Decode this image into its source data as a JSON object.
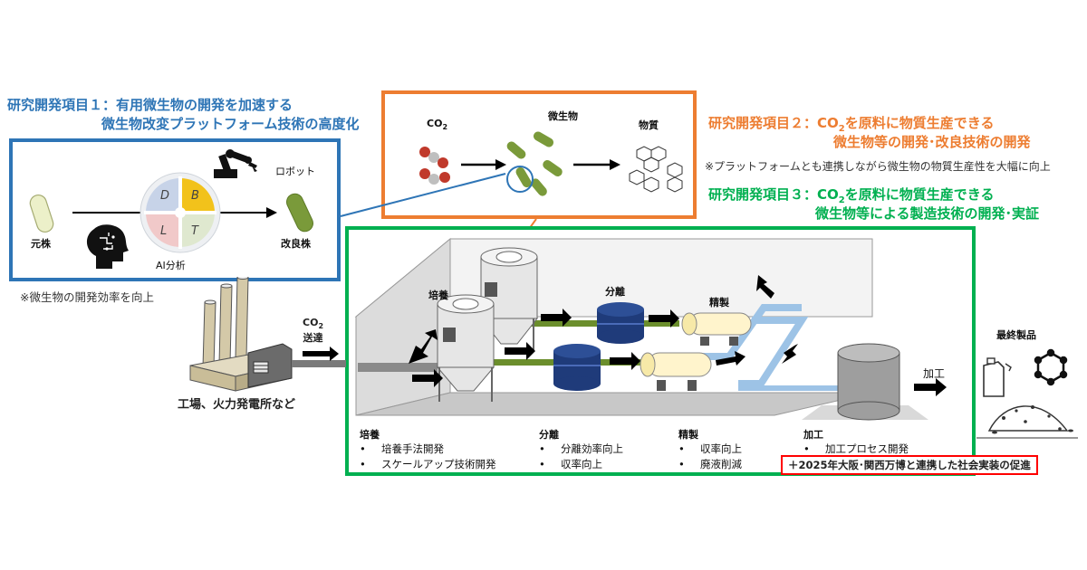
{
  "item1": {
    "line1": "研究開発項目１：有用微生物の開発を加速する",
    "line2": "微生物改変プラットフォーム技術の高度化",
    "note": "※微生物の開発効率を向上",
    "label_original": "元株",
    "label_improved": "改良株",
    "label_robot": "ロボット",
    "label_ai": "AI分析",
    "quadrants": [
      "D",
      "B",
      "L",
      "T"
    ]
  },
  "item2": {
    "line1_pre": "研究開発項目２：",
    "line1_co": "CO",
    "line1_sub": "2",
    "line1_post": "を原料に物質生産できる",
    "line2": "微生物等の開発･改良技術の開発",
    "note": "※プラットフォームとも連携しながら微生物の物質生産性を大幅に向上",
    "label_co2": "CO",
    "label_co2_sub": "2",
    "label_microbe": "微生物",
    "label_substance": "物質"
  },
  "item3": {
    "line1_pre": "研究開発項目３：",
    "line1_co": "CO",
    "line1_sub": "2",
    "line1_post": "を原料に物質生産できる",
    "line2": "微生物等による製造技術の開発･実証"
  },
  "plant": {
    "label_cultivation": "培養",
    "label_separation": "分離",
    "label_purification": "精製",
    "label_co2_transport_co": "CO",
    "label_co2_transport_sub": "2",
    "label_co2_transport_post": "送達",
    "label_factory": "工場、火力発電所など",
    "label_processing_arrow": "加工",
    "label_final_product": "最終製品"
  },
  "bullets": {
    "cultivation": {
      "title": "培養",
      "items": [
        "培養手法開発",
        "スケールアップ技術開発"
      ]
    },
    "separation": {
      "title": "分離",
      "items": [
        "分離効率向上",
        "収率向上"
      ]
    },
    "purification": {
      "title": "精製",
      "items": [
        "収率向上",
        "廃液削減"
      ]
    },
    "processing": {
      "title": "加工",
      "items": [
        "加工プロセス開発"
      ]
    }
  },
  "expo_note": "＋2025年大阪･関西万博と連携した社会実装の促進",
  "colors": {
    "blue": "#2e75b6",
    "orange": "#ed7d31",
    "green": "#00b050",
    "red": "#ff0000",
    "microbe": "#7a9a3a"
  }
}
